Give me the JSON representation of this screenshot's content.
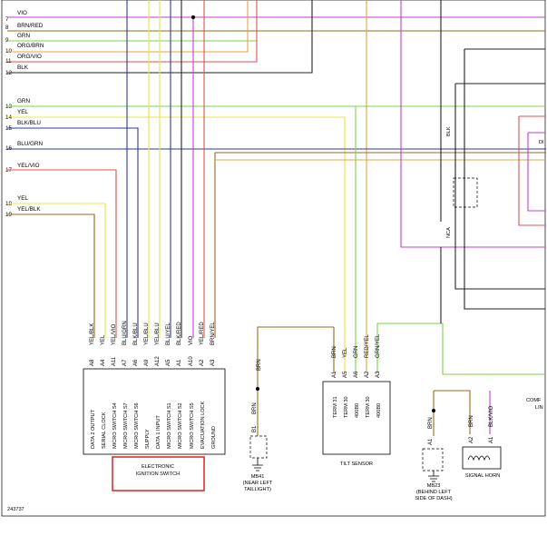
{
  "diagram_id": "243737",
  "colors": {
    "VIO": "#c23fcf",
    "BRN": "#9b6a1f",
    "RED": "#e0514f",
    "GRN": "#7cd34a",
    "ORG": "#e8a04a",
    "BLK": "#222222",
    "YEL": "#e8e44a",
    "BLU": "#2b3aa6"
  },
  "left_wires": [
    {
      "num": "7",
      "label": "VIO"
    },
    {
      "num": "8",
      "label": "BRN/RED"
    },
    {
      "num": "9",
      "label": "GRN"
    },
    {
      "num": "10",
      "label": "ORG/BRN"
    },
    {
      "num": "11",
      "label": "ORG/VIO"
    },
    {
      "num": "12",
      "label": "BLK"
    },
    {
      "num": "13",
      "label": "GRN"
    },
    {
      "num": "14",
      "label": "YEL"
    },
    {
      "num": "15",
      "label": "BLK/BLU"
    },
    {
      "num": "16",
      "label": "BLU/GRN"
    },
    {
      "num": "17",
      "label": "YEL/VIO"
    },
    {
      "num": "18",
      "label": "YEL"
    },
    {
      "num": "19",
      "label": "YEL/BLK"
    }
  ],
  "ignition_switch": {
    "title_line1": "ELECTRONIC",
    "title_line2": "IGNITION SWITCH",
    "pins": [
      {
        "wire": "YEL/BLK",
        "pin": "A8",
        "function": "DATA 2 OUTPUT"
      },
      {
        "wire": "YEL",
        "pin": "A4",
        "function": "SERIAL CLOCK"
      },
      {
        "wire": "YEL/VIO",
        "pin": "A11",
        "function": "MICRO SWITCH S4"
      },
      {
        "wire": "BLU/GRN",
        "pin": "A7",
        "function": "MICRO SWITCH S7"
      },
      {
        "wire": "BLK/BLU",
        "pin": "A6",
        "function": "MICRO SWITCH S6"
      },
      {
        "wire": "YEL/BLU",
        "pin": "A9",
        "function": "SUPPLY"
      },
      {
        "wire": "YEL/BLU",
        "pin": "A12",
        "function": "DATA 1 INPUT"
      },
      {
        "wire": "BLU/YEL",
        "pin": "A5",
        "function": "MICRO SWITCH S1"
      },
      {
        "wire": "BLK/RED",
        "pin": "A1",
        "function": "MICRO SWITCH S2"
      },
      {
        "wire": "VIO",
        "pin": "A10",
        "function": "MICRO SWITCH S5"
      },
      {
        "wire": "YEL/RED",
        "pin": "A2",
        "function": "EVACUATION LOCK"
      },
      {
        "wire": "BRN/YEL",
        "pin": "A3",
        "function": "GROUND"
      }
    ]
  },
  "tilt_sensor": {
    "title": "TILT SENSOR",
    "pins": [
      {
        "wire": "BRN",
        "pin": "A1",
        "function": "TERM 31"
      },
      {
        "wire": "YEL",
        "pin": "A5",
        "function": "TERM 30"
      },
      {
        "wire": "GRN",
        "pin": "A6",
        "function": "400B0"
      },
      {
        "wire": "RED/YEL",
        "pin": "A2",
        "function": "TERM 30"
      },
      {
        "wire": "GRN/YEL",
        "pin": "A3",
        "function": "400B0"
      }
    ]
  },
  "mb41": {
    "wire": "BRN",
    "wire2": "BRN",
    "pin": "B1",
    "pin2": "B1",
    "id": "MB41",
    "loc1": "(NEAR LEFT",
    "loc2": "TAILLIGHT)"
  },
  "mb23": {
    "wire": "BRN",
    "pin": "A1",
    "id": "MB23",
    "loc1": "(BEHIND LEFT",
    "loc2": "SIDE OF DASH)"
  },
  "signal_horn": {
    "title": "SIGNAL HORN",
    "wire1": "BRN",
    "pin1": "A2",
    "wire2": "BLK/VIO",
    "pin2": "A1"
  },
  "right_labels": {
    "blk": "BLK",
    "nca": "NCA",
    "di": "DI",
    "comp1": "COMF",
    "comp2": "LIN"
  }
}
